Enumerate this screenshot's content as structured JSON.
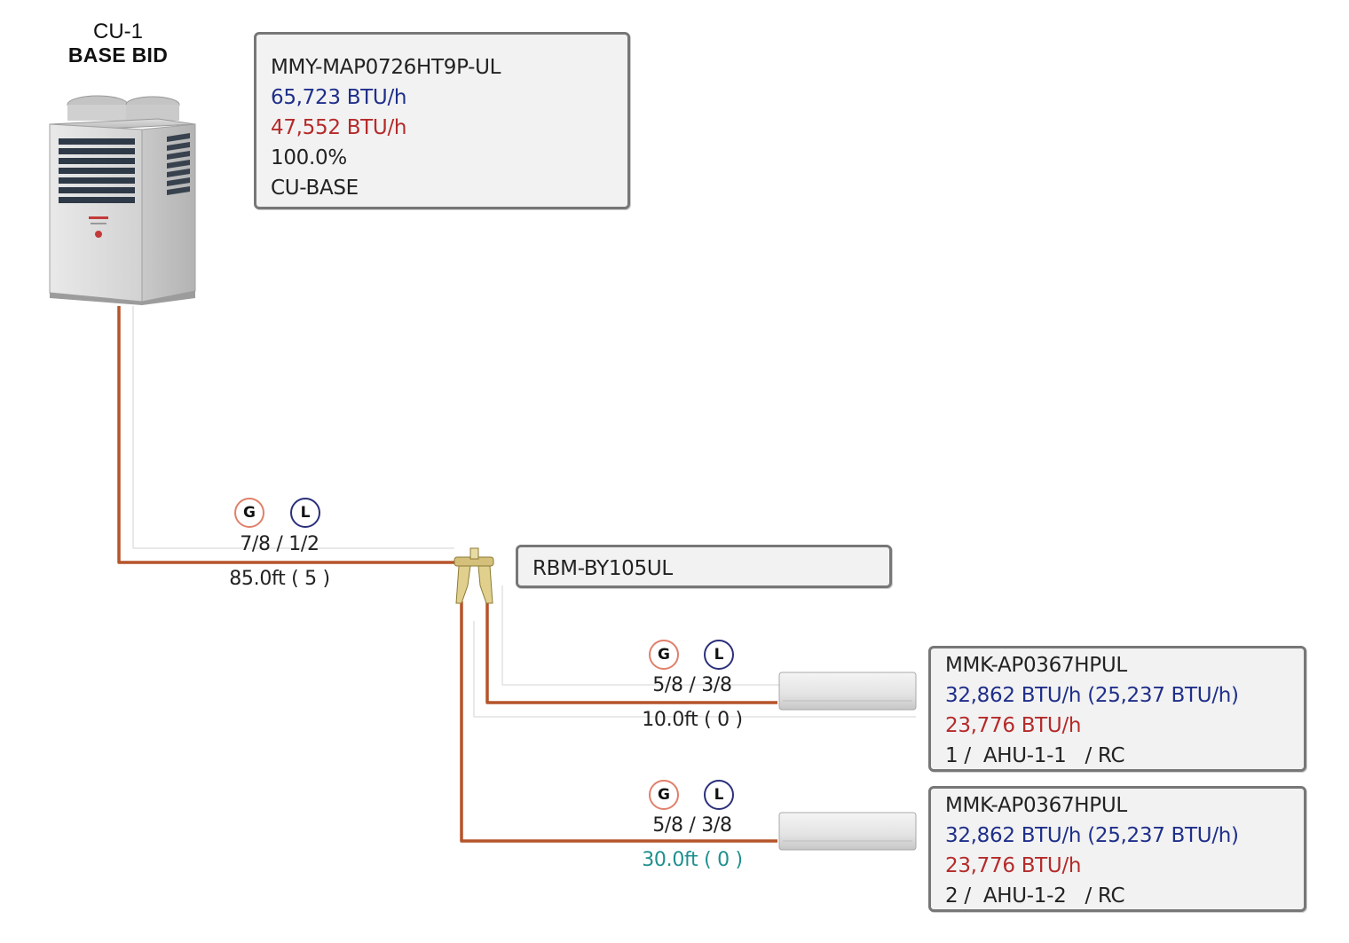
{
  "outdoor_unit": {
    "name": "CU-1",
    "bid_label": "BASE BID",
    "icon": "outdoor-condensing-unit-icon",
    "info": {
      "model": "MMY-MAP0726HT9P-UL",
      "cooling_capacity": "65,723 BTU/h",
      "heating_capacity": "47,552 BTU/h",
      "ratio": "100.0%",
      "system": "CU-BASE"
    }
  },
  "main_pipe": {
    "gas_badge": "G",
    "liquid_badge": "L",
    "size": "7/8 / 1/2",
    "length": "85.0ft ( 5 )"
  },
  "branch_kit": {
    "icon": "refnet-joint-icon",
    "model": "RBM-BY105UL"
  },
  "indoor_units": [
    {
      "icon": "wall-mounted-indoor-unit-icon",
      "pipe": {
        "gas_badge": "G",
        "liquid_badge": "L",
        "size": "5/8 / 3/8",
        "length": "10.0ft ( 0 )"
      },
      "info": {
        "model": "MMK-AP0367HPUL",
        "cooling_capacity": "32,862 BTU/h (25,237 BTU/h)",
        "heating_capacity": "23,776 BTU/h",
        "tag": "1 /  AHU-1-1   / RC"
      }
    },
    {
      "icon": "wall-mounted-indoor-unit-icon",
      "pipe": {
        "gas_badge": "G",
        "liquid_badge": "L",
        "size": "5/8 / 3/8",
        "length": "30.0ft ( 0 )"
      },
      "info": {
        "model": "MMK-AP0367HPUL",
        "cooling_capacity": "32,862 BTU/h (25,237 BTU/h)",
        "heating_capacity": "23,776 BTU/h",
        "tag": "2 /  AHU-1-2   / RC"
      }
    }
  ],
  "colors": {
    "refrigerant_pipe": "#b5542a",
    "cooling_text": "#1f2f8a",
    "heating_text": "#b52a2a",
    "highlight_length": "#1f8f8f",
    "gas_badge_ring": "#e0806b",
    "liquid_badge_ring": "#2a2f7a"
  }
}
